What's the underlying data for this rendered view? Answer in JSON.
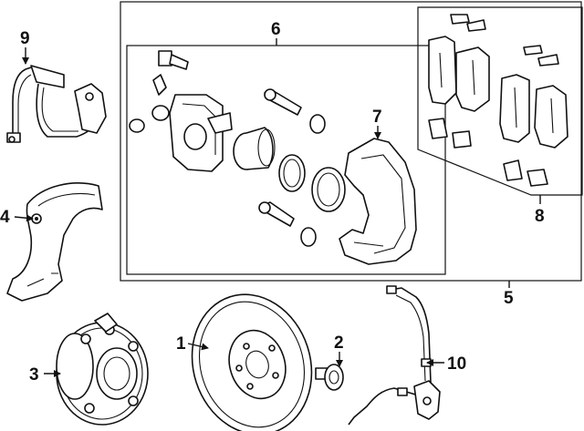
{
  "diagram": {
    "callouts": [
      {
        "key": "c1",
        "label": "1"
      },
      {
        "key": "c2",
        "label": "2"
      },
      {
        "key": "c3",
        "label": "3"
      },
      {
        "key": "c4",
        "label": "4"
      },
      {
        "key": "c5",
        "label": "5"
      },
      {
        "key": "c6",
        "label": "6"
      },
      {
        "key": "c7",
        "label": "7"
      },
      {
        "key": "c8",
        "label": "8"
      },
      {
        "key": "c9",
        "label": "9"
      },
      {
        "key": "c10",
        "label": "10"
      }
    ]
  }
}
